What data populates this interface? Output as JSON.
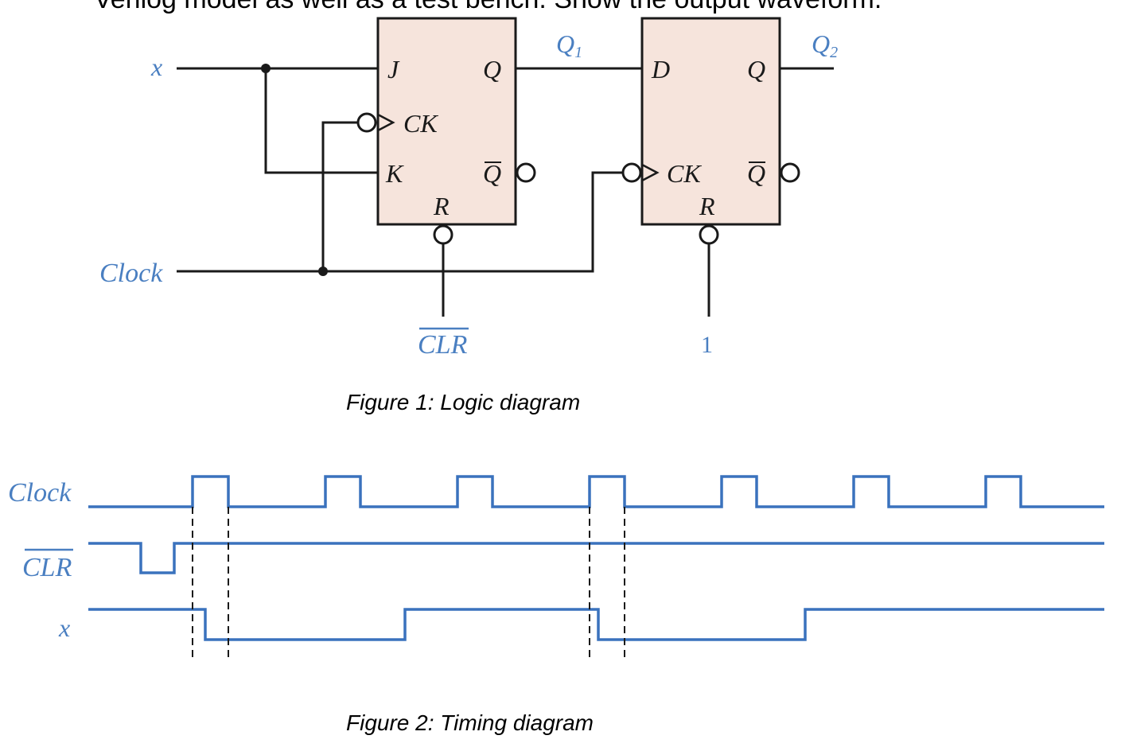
{
  "header_text": "Verilog model as well as a test bench. Show the output waveform.",
  "colors": {
    "label_blue": "#4a7fc1",
    "wave_blue": "#3a72bd",
    "flipflop_fill": "#f6e4dc",
    "wire": "#1a1a1a"
  },
  "logic_diagram": {
    "inputs": {
      "x": "x",
      "clock": "Clock",
      "clr": "CLR",
      "one": "1"
    },
    "outputs": {
      "q1": "Q",
      "q1_sub": "1",
      "q2": "Q",
      "q2_sub": "2"
    },
    "ff1": {
      "pin_j": "J",
      "pin_ck": "CK",
      "pin_k": "K",
      "pin_q": "Q",
      "pin_qbar": "Q",
      "pin_r": "R"
    },
    "ff2": {
      "pin_d": "D",
      "pin_ck": "CK",
      "pin_q": "Q",
      "pin_qbar": "Q",
      "pin_r": "R"
    }
  },
  "timing_diagram": {
    "signals": {
      "clock": "Clock",
      "clr": "CLR",
      "x": "x"
    },
    "clock_pulses": 7
  },
  "captions": {
    "figure1": "Figure 1: Logic diagram",
    "figure2": "Figure 2: Timing diagram"
  }
}
